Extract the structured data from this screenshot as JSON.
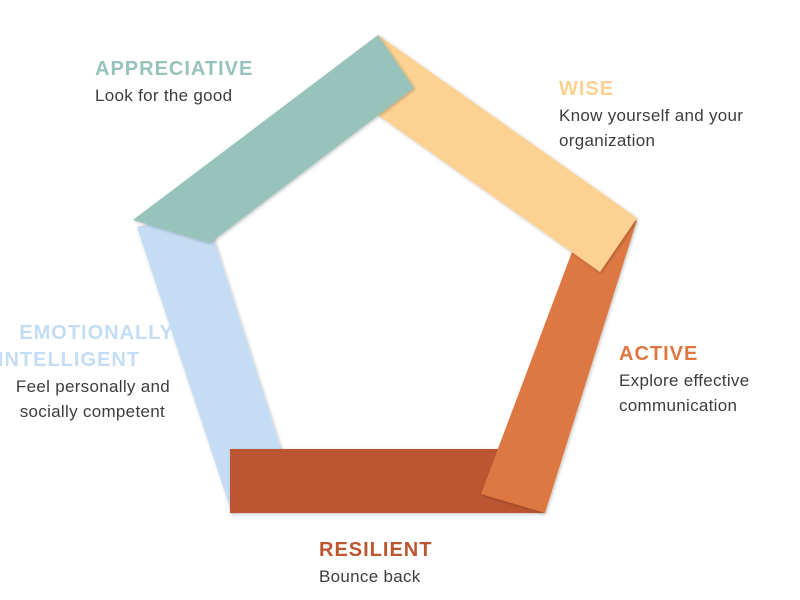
{
  "colors": {
    "appreciative": "#97c3bb",
    "wise": "#fdd191",
    "active": "#dd7842",
    "resilient": "#bc5630",
    "emotionally_intelligent": "#c5ddf4",
    "text": "#3d3d3d"
  },
  "segments": {
    "appreciative": {
      "title": "APPRECIATIVE",
      "desc": [
        "Look for the good"
      ]
    },
    "wise": {
      "title": "WISE",
      "desc": [
        "Know yourself and your",
        "organization"
      ]
    },
    "active": {
      "title": "ACTIVE",
      "desc": [
        "Explore effective",
        "communication"
      ]
    },
    "resilient": {
      "title": "RESILIENT",
      "desc": [
        "Bounce back"
      ]
    },
    "emotionally_intelligent": {
      "title": [
        "EMOTIONALLY",
        "INTELLIGENT"
      ],
      "desc": [
        "Feel personally and",
        "socially competent"
      ]
    }
  }
}
